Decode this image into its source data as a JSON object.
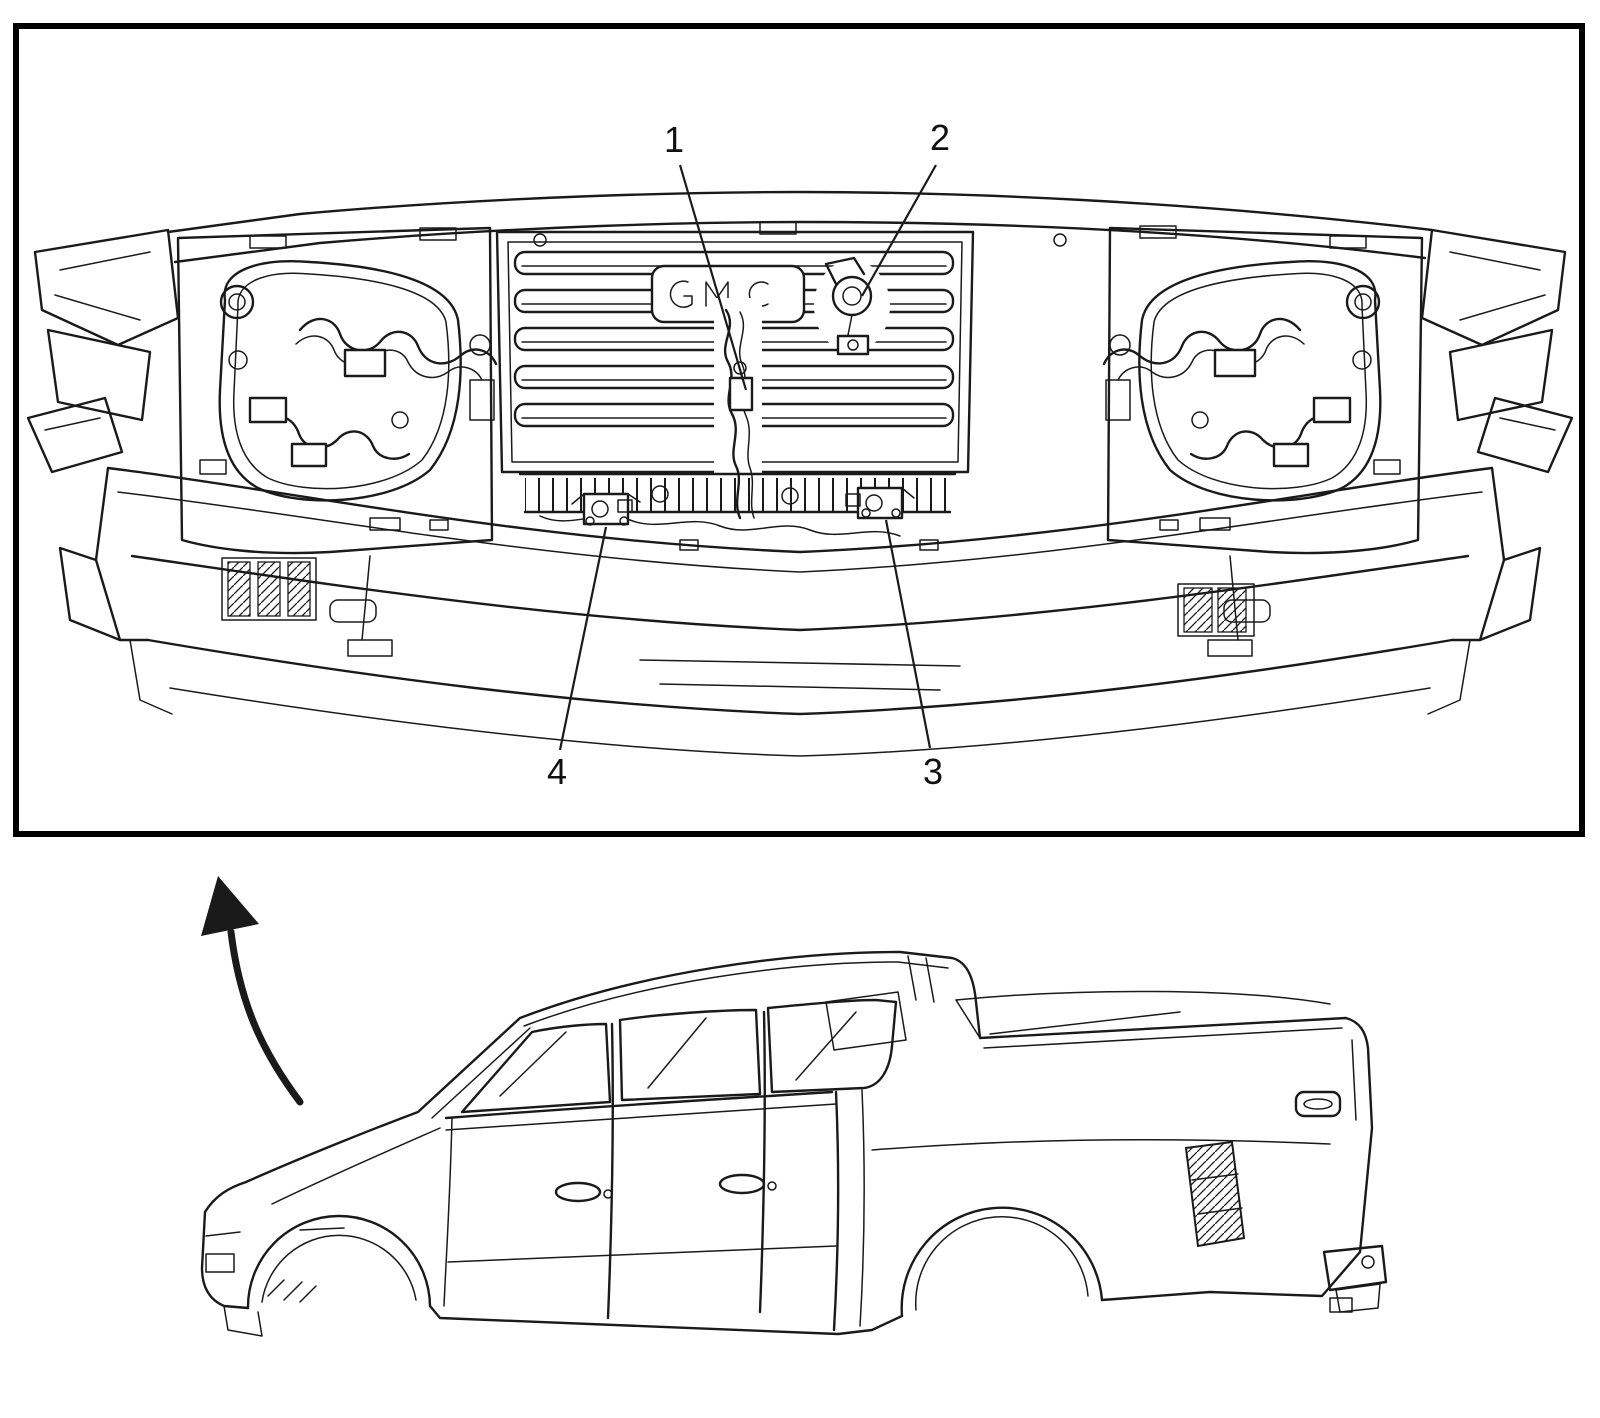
{
  "figure": {
    "kind": "vehicle-front-end-component-location-diagram",
    "colors": {
      "line": "#1a1a1a",
      "background": "#ffffff"
    },
    "callouts": [
      {
        "label": "1"
      },
      {
        "label": "2"
      },
      {
        "label": "3"
      },
      {
        "label": "4"
      }
    ]
  }
}
